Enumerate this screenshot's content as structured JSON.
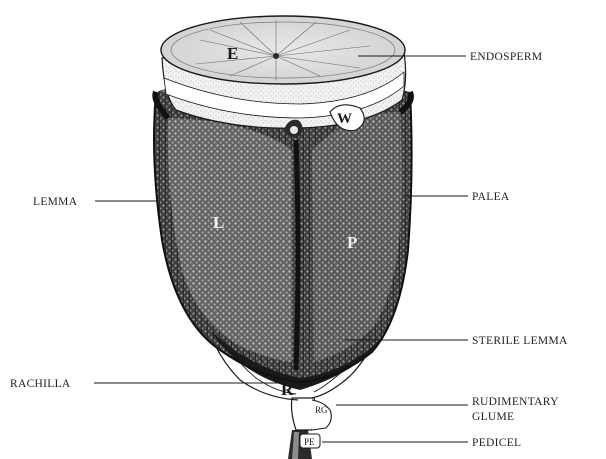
{
  "labels": {
    "endosperm": "ENDOSPERM",
    "lemma": "LEMMA",
    "palea": "PALEA",
    "sterile_lemma": "STERILE LEMMA",
    "rachilla": "RACHILLA",
    "rudimentary_glume_line1": "RUDIMENTARY",
    "rudimentary_glume_line2": "GLUME",
    "pedicel": "PEDICEL"
  },
  "markers": {
    "endosperm": "E",
    "lemma": "L",
    "palea": "P",
    "embryo": "W",
    "rachilla": "R",
    "rudimentary_glume": "RG",
    "pedicel": "PE"
  }
}
